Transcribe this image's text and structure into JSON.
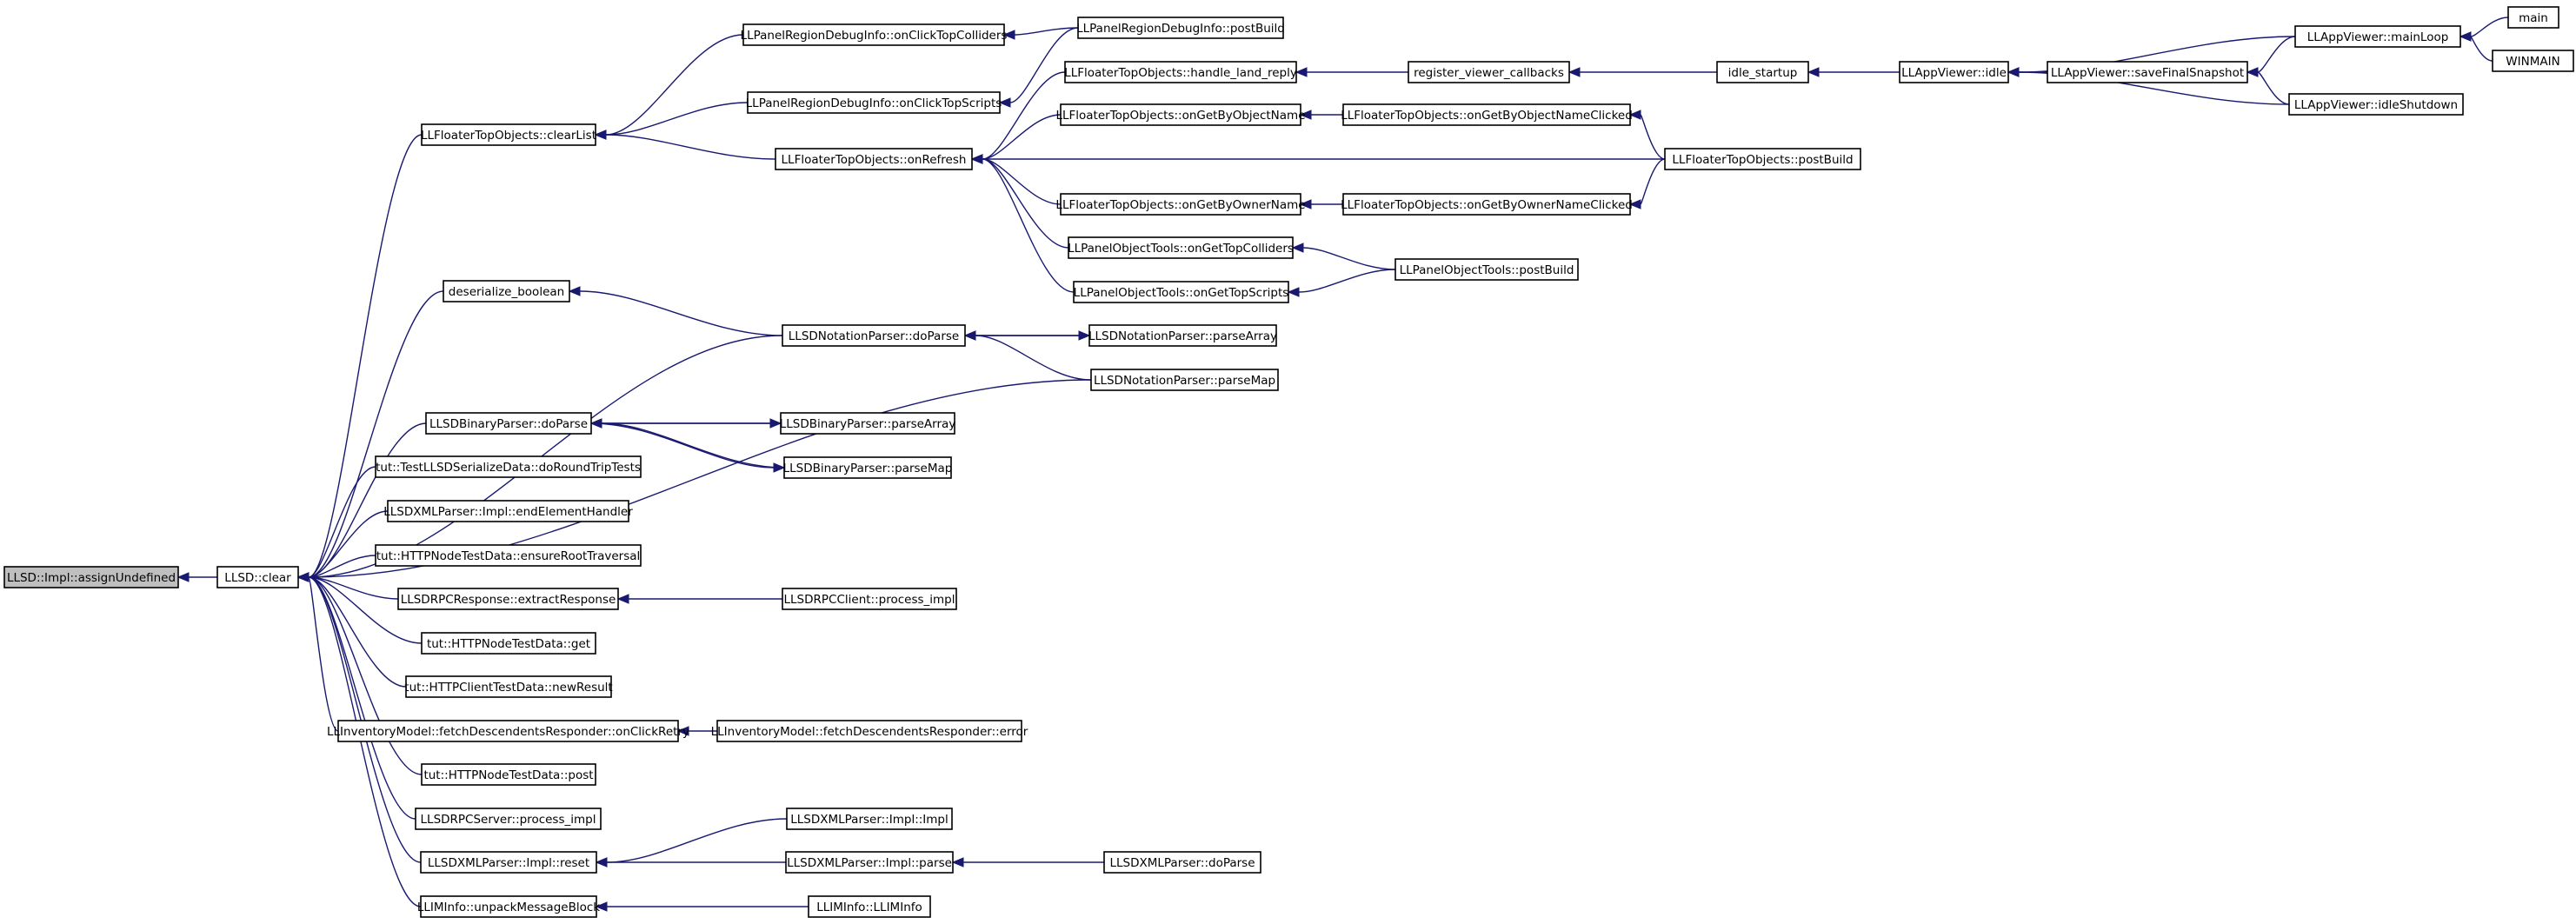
{
  "graph": {
    "nodes": {
      "assign_undefined": "LLSD::Impl::assignUndefined",
      "clear": "LLSD::clear",
      "clear_list": "LLFloaterTopObjects::clearList",
      "deserialize_boolean": "deserialize_boolean",
      "binary_doparse": "LLSDBinaryParser::doParse",
      "do_round_trip": "tut::TestLLSDSerializeData::doRoundTripTests",
      "end_element": "LLSDXMLParser::Impl::endElementHandler",
      "ensure_root": "tut::HTTPNodeTestData::ensureRootTraversal",
      "extract_response": "LLSDRPCResponse::extractResponse",
      "node_get": "tut::HTTPNodeTestData::get",
      "new_result": "tut::HTTPClientTestData::newResult",
      "on_click_retry": "LLInventoryModel::fetchDescendentsResponder::onClickRetry",
      "node_post": "tut::HTTPNodeTestData::post",
      "rpc_server_process": "LLSDRPCServer::process_impl",
      "xml_reset": "LLSDXMLParser::Impl::reset",
      "unpack_message": "LLIMInfo::unpackMessageBlock",
      "on_click_colliders": "LLPanelRegionDebugInfo::onClickTopColliders",
      "on_click_scripts": "LLPanelRegionDebugInfo::onClickTopScripts",
      "on_refresh": "LLFloaterTopObjects::onRefresh",
      "notation_doparse": "LLSDNotationParser::doParse",
      "notation_parsemap": "LLSDNotationParser::parseMap",
      "binary_parsearray": "LLSDBinaryParser::parseArray",
      "binary_parsemap": "LLSDBinaryParser::parseMap",
      "rpc_client_process": "LLSDRPCClient::process_impl",
      "responder_error": "LLInventoryModel::fetchDescendentsResponder::error",
      "xml_impl_ctor": "LLSDXMLParser::Impl::Impl",
      "xml_impl_parse": "LLSDXMLParser::Impl::parse",
      "iminfo_ctor": "LLIMInfo::LLIMInfo",
      "region_postbuild": "LLPanelRegionDebugInfo::postBuild",
      "handle_land_reply": "LLFloaterTopObjects::handle_land_reply",
      "get_by_object_name": "LLFloaterTopObjects::onGetByObjectName",
      "get_by_owner_name": "LLFloaterTopObjects::onGetByOwnerName",
      "get_top_colliders": "LLPanelObjectTools::onGetTopColliders",
      "get_top_scripts": "LLPanelObjectTools::onGetTopScripts",
      "notation_parsearray": "LLSDNotationParser::parseArray",
      "xml_doparse": "LLSDXMLParser::doParse",
      "register_callbacks": "register_viewer_callbacks",
      "object_name_clicked": "LLFloaterTopObjects::onGetByObjectNameClicked",
      "owner_name_clicked": "LLFloaterTopObjects::onGetByOwnerNameClicked",
      "object_tools_postbuild": "LLPanelObjectTools::postBuild",
      "idle_startup": "idle_startup",
      "top_objects_postbuild": "LLFloaterTopObjects::postBuild",
      "app_idle": "LLAppViewer::idle",
      "save_snapshot": "LLAppViewer::saveFinalSnapshot",
      "main_loop": "LLAppViewer::mainLoop",
      "idle_shutdown": "LLAppViewer::idleShutdown",
      "main": "main",
      "winmain": "WINMAIN"
    }
  },
  "colors": {
    "edge": "#191970",
    "root_fill": "#bfbfbf",
    "node_fill": "#ffffff",
    "node_border": "#000000"
  }
}
